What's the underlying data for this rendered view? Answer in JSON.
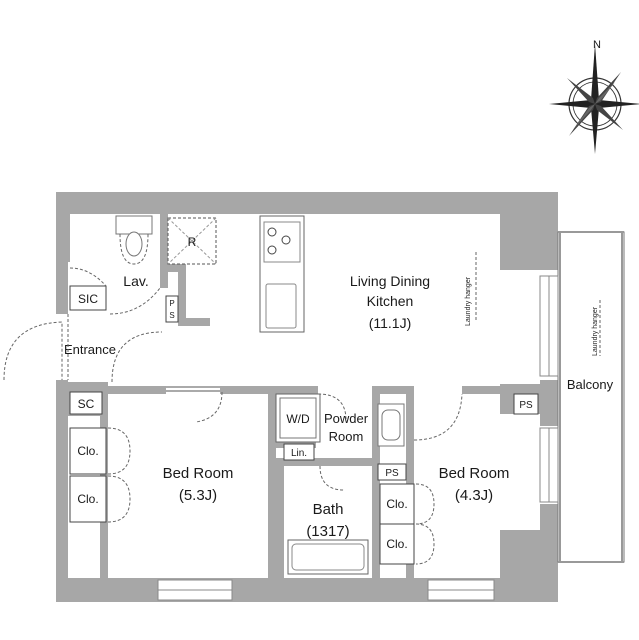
{
  "compass": {
    "north_label": "N"
  },
  "rooms": {
    "lav": "Lav.",
    "refrigerator": "R",
    "sic": "SIC",
    "entrance": "Entrance",
    "sc": "SC",
    "ps_small": "P\nS",
    "ldk_line1": "Living Dining",
    "ldk_line2": "Kitchen",
    "ldk_size": "(11.1J)",
    "laundry_hanger_indoor": "Laundry hanger",
    "laundry_hanger_balcony": "Laundry hanger",
    "balcony": "Balcony",
    "ps_right": "PS",
    "wd": "W/D",
    "powder_line1": "Powder",
    "powder_line2": "Room",
    "lin": "Lin.",
    "ps_mid": "PS",
    "bed1_name": "Bed Room",
    "bed1_size": "(5.3J)",
    "clo1": "Clo.",
    "clo2": "Clo.",
    "bath_name": "Bath",
    "bath_size": "(1317)",
    "bed2_name": "Bed Room",
    "bed2_size": "(4.3J)",
    "clo3": "Clo.",
    "clo4": "Clo."
  },
  "colors": {
    "wall": "#a7a7a7",
    "line": "#555555"
  },
  "icons": [
    "compass-rose-icon",
    "gas-stove-icon",
    "toilet-icon",
    "sink-icon",
    "bathtub-icon",
    "washing-machine-icon"
  ]
}
